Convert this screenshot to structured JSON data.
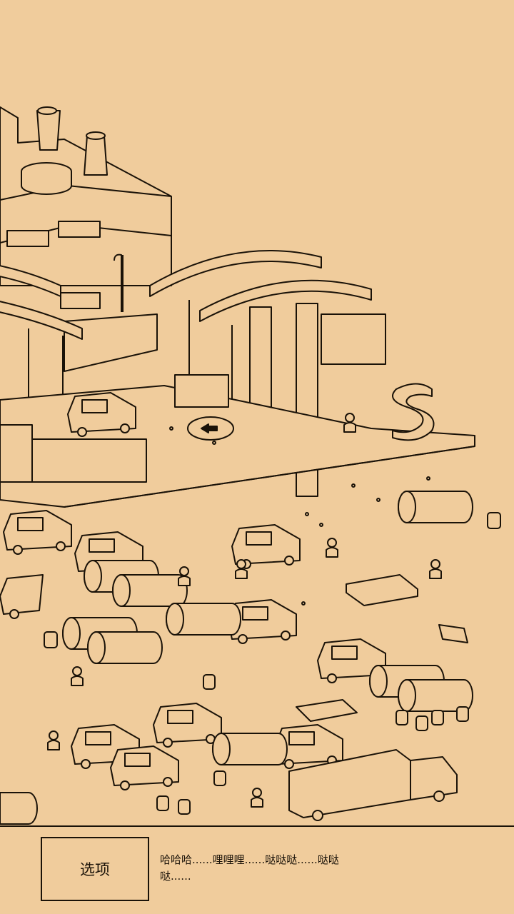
{
  "scene": {
    "name": "industrial-yard-hidden-objects",
    "colors": {
      "background": "#f0cc9c",
      "ink": "#1a1208"
    }
  },
  "bottom_bar": {
    "options_label": "选项",
    "dialog_text": "哈哈哈......哩哩哩......哒哒哒......哒哒哒......"
  }
}
